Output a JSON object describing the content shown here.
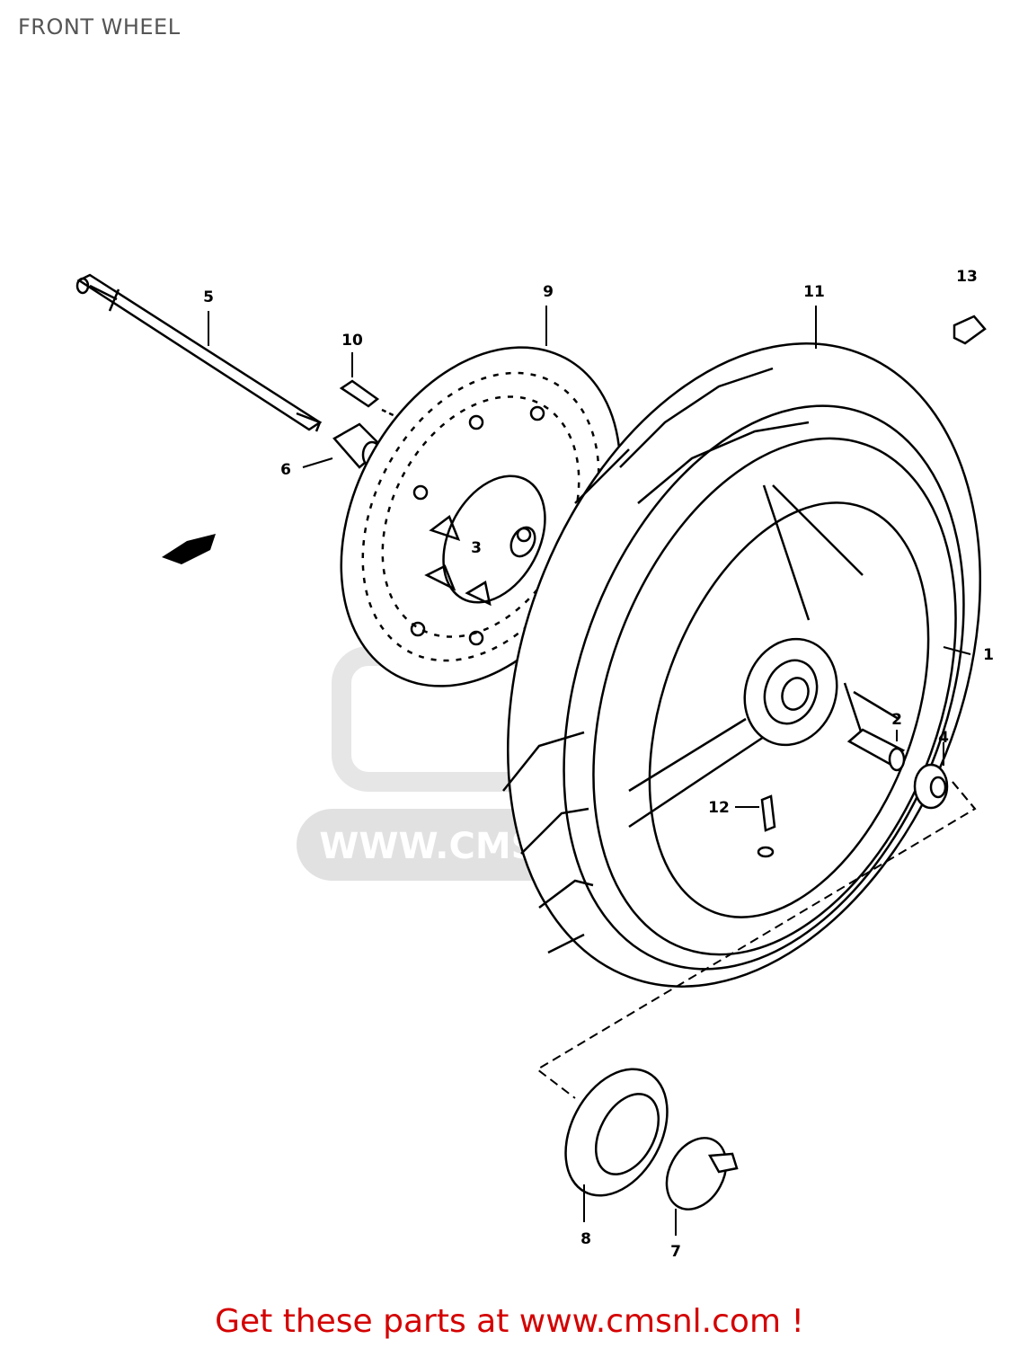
{
  "page": {
    "title": "FRONT WHEEL"
  },
  "callouts": [
    {
      "id": "1",
      "label": "1"
    },
    {
      "id": "2",
      "label": "2"
    },
    {
      "id": "3",
      "label": "3"
    },
    {
      "id": "4",
      "label": "4"
    },
    {
      "id": "5",
      "label": "5"
    },
    {
      "id": "6",
      "label": "6"
    },
    {
      "id": "7",
      "label": "7"
    },
    {
      "id": "8",
      "label": "8"
    },
    {
      "id": "9",
      "label": "9"
    },
    {
      "id": "10",
      "label": "10"
    },
    {
      "id": "11",
      "label": "11"
    },
    {
      "id": "12",
      "label": "12"
    },
    {
      "id": "13",
      "label": "13"
    }
  ],
  "watermark": {
    "text": "WWW.CMSNL.COM",
    "color": "#cccccc"
  },
  "footer": {
    "link_text": "Get these parts at www.cmsnl.com !",
    "color": "#d40000"
  },
  "colors": {
    "line": "#000000",
    "title": "#555555"
  }
}
